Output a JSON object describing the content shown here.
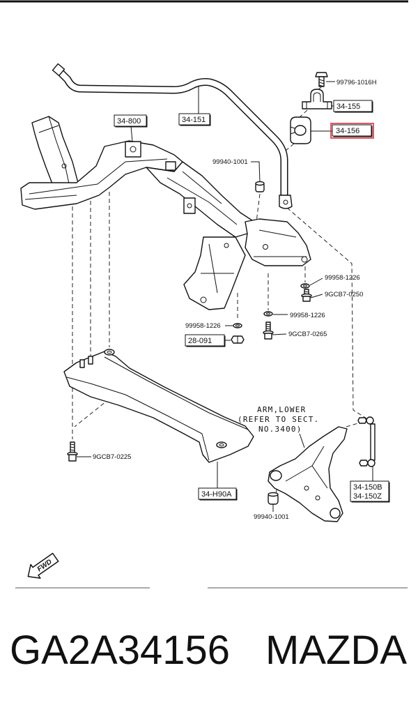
{
  "diagram": {
    "labels": {
      "bolt_top": "99796-1016H",
      "bracket": "34-155",
      "bushing": "34-156",
      "stabilizer_bar": "34-151",
      "crossmember": "34-800",
      "bushing_upper": "99940-1001",
      "washer_right": "99958-1226",
      "bolt_right": "9GCB7-0250",
      "washer_center": "99958-1226",
      "bolt_center": "9GCB7-0265",
      "washer_left": "99958-1226",
      "nut": "28-091",
      "bolt_left": "9GCB7-0225",
      "member": "34-H90A",
      "link_upper": "34-150B",
      "link_lower": "34-150Z",
      "bushing_lower": "99940-1001"
    },
    "arm_note": [
      "ARM,LOWER",
      "(REFER TO SECT.",
      "NO.3400)"
    ],
    "fwd_arrow": "FWD",
    "highlight_color": "#e0303a"
  },
  "caption": {
    "part_number": "GA2A34156",
    "brand": "MAZDA"
  }
}
